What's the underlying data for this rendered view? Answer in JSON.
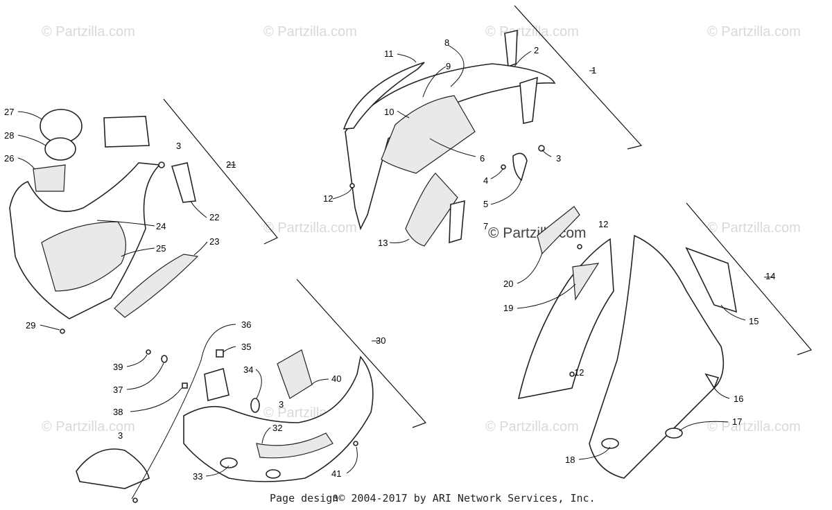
{
  "watermark": {
    "text": "© Partzilla.com",
    "center_text": "© Partzilla.com"
  },
  "callouts": [
    "1",
    "2",
    "3",
    "4",
    "5",
    "6",
    "7",
    "8",
    "9",
    "10",
    "11",
    "12",
    "13",
    "14",
    "15",
    "16",
    "17",
    "18",
    "19",
    "20",
    "21",
    "22",
    "23",
    "24",
    "25",
    "26",
    "27",
    "28",
    "29",
    "30",
    "32",
    "33",
    "34",
    "35",
    "36",
    "37",
    "38",
    "39",
    "40",
    "41",
    "3",
    "3",
    "3",
    "3",
    "12",
    "12",
    "12"
  ],
  "footer": {
    "text": "Page design© 2004-2017 by ARI Network Services, Inc."
  }
}
